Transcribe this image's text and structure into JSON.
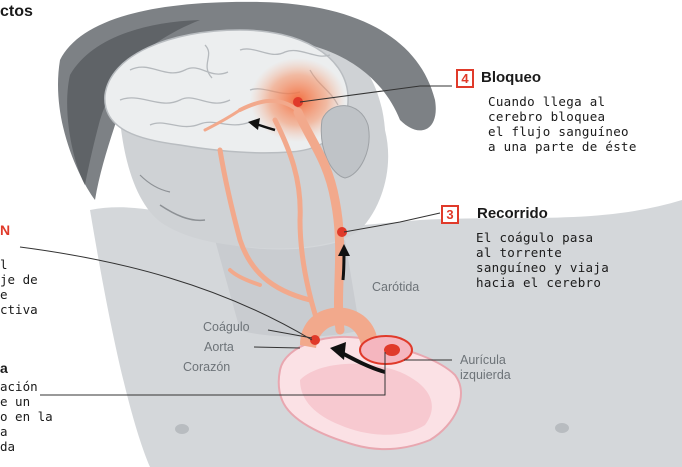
{
  "title_fragment": "ctos",
  "step4": {
    "number": "4",
    "title": "Bloqueo",
    "lines": [
      "Cuando llega al",
      "cerebro bloquea",
      "el flujo sanguíneo",
      "a una parte de éste"
    ]
  },
  "step3": {
    "number": "3",
    "title": "Recorrido",
    "lines": [
      "El coágulo pasa",
      "al torrente",
      "sanguíneo y viaja",
      "hacia el cerebro"
    ]
  },
  "labels": {
    "carotida": "Carótida",
    "coagulo": "Coágulo",
    "aorta": "Aorta",
    "corazon": "Corazón",
    "auricula": "Aurícula\nizquierda"
  },
  "left_upper": {
    "heading": "N",
    "lines": [
      "l",
      "je de",
      "e",
      "ctiva"
    ]
  },
  "left_lower": {
    "heading": "a",
    "lines": [
      "ación",
      "e un",
      "o en la",
      "a",
      "da"
    ]
  },
  "colors": {
    "accent": "#e03a2a",
    "artery": "#f2a98c",
    "skin": "#d3d6d9",
    "hair": "#7d8185"
  }
}
